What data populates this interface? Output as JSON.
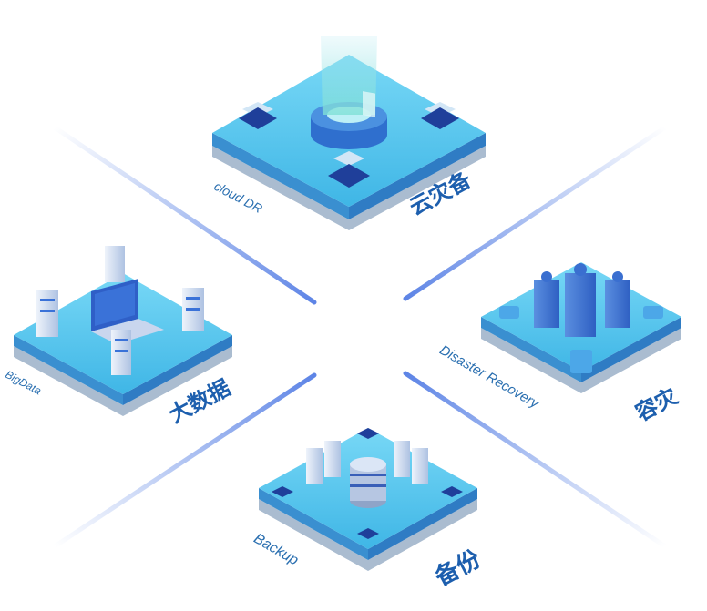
{
  "nodes": {
    "cloud_dr": {
      "label_en": "cloud DR",
      "label_cn": "云灾备",
      "icon": "cloud-dr-icon"
    },
    "big_data": {
      "label_en": "BigData",
      "label_cn": "大数据",
      "icon": "server-cluster-icon"
    },
    "disaster_recovery": {
      "label_en": "Disaster Recovery",
      "label_cn": "容灾",
      "icon": "locked-server-icon"
    },
    "backup": {
      "label_en": "Backup",
      "label_cn": "备份",
      "icon": "database-backup-icon"
    }
  },
  "colors": {
    "platform_top": "#5cc8ee",
    "platform_side": "#3a8fd0",
    "platform_shadow": "#9fb3c8",
    "connector_line": "#6a8fe6",
    "chip": "#1f3f9a",
    "server": "#c7d6ee",
    "label_cn": "#1d5fae",
    "label_en": "#2a6fb0"
  }
}
